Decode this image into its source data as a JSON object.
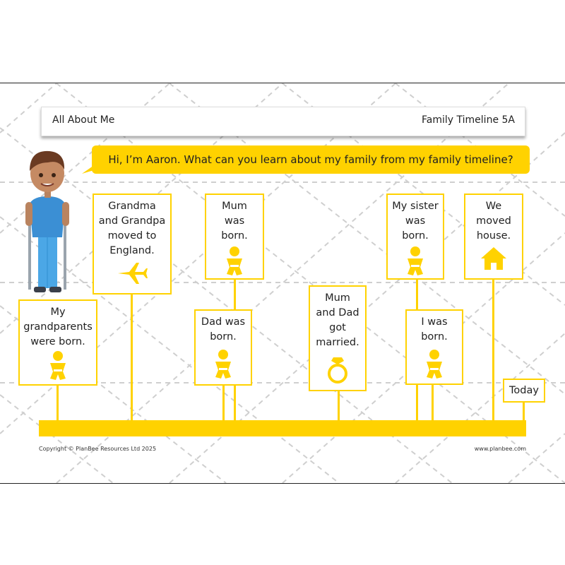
{
  "header": {
    "left": "All About Me",
    "right": "Family Timeline 5A"
  },
  "speech": "Hi, I’m Aaron. What can you learn about my family from my family timeline?",
  "events": {
    "grandparents_moved": "Grandma\nand Grandpa\nmoved to\nEngland.",
    "grandparents_born": "My\ngrandparents\nwere born.",
    "mum_born": "Mum\nwas\nborn.",
    "dad_born": "Dad was\nborn.",
    "married": "Mum\nand Dad\ngot\nmarried.",
    "sister_born": "My sister\nwas\nborn.",
    "i_born": "I was\nborn.",
    "moved_house": "We\nmoved\nhouse."
  },
  "icons": {
    "baby": "baby-icon",
    "plane": "plane-icon",
    "ring": "ring-icon",
    "house": "house-icon"
  },
  "today": "Today",
  "footer": {
    "left": "Copyright © PlanBee Resources Ltd 2025",
    "right": "www.planbee.com"
  },
  "colors": {
    "accent": "#ffd200",
    "pattern": "#cccccc"
  }
}
